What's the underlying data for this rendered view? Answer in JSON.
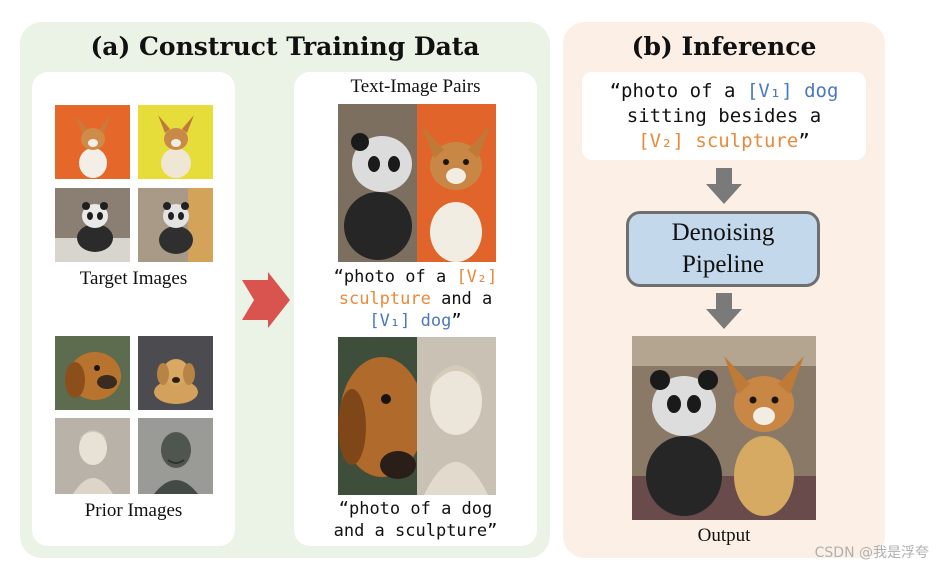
{
  "panel_a": {
    "title": "(a) Construct Training Data",
    "target_caption": "Target Images",
    "prior_caption": "Prior Images",
    "pairs_title": "Text-Image Pairs",
    "pair1": {
      "q_open": "“photo of a ",
      "v2": "[V₂]",
      "l2_word": "sculpture",
      "l2_rest": " and a",
      "v1": "[V₁] dog",
      "end": "”"
    },
    "pair2": {
      "line1": "“photo of a dog",
      "line2": "and a sculpture”"
    }
  },
  "panel_b": {
    "title": "(b) Inference",
    "prompt": {
      "q_open": "“photo of a ",
      "v1": "[V₁] dog",
      "line2": "sitting besides a",
      "v2": "[V₂] sculpture",
      "end": "”"
    },
    "pipeline_line1": "Denoising",
    "pipeline_line2": "Pipeline",
    "output_caption": "Output"
  },
  "watermark": "CSDN @我是浮夸",
  "colors": {
    "panel_a_bg": "#ebf3e6",
    "panel_b_bg": "#fbefe6",
    "token_v1": "#4a78c2",
    "token_v2": "#e88a3a",
    "arrow_red": "#d9534f",
    "arrow_gray": "#7a7a7a",
    "pipeline_fill": "#c4d8ec"
  }
}
